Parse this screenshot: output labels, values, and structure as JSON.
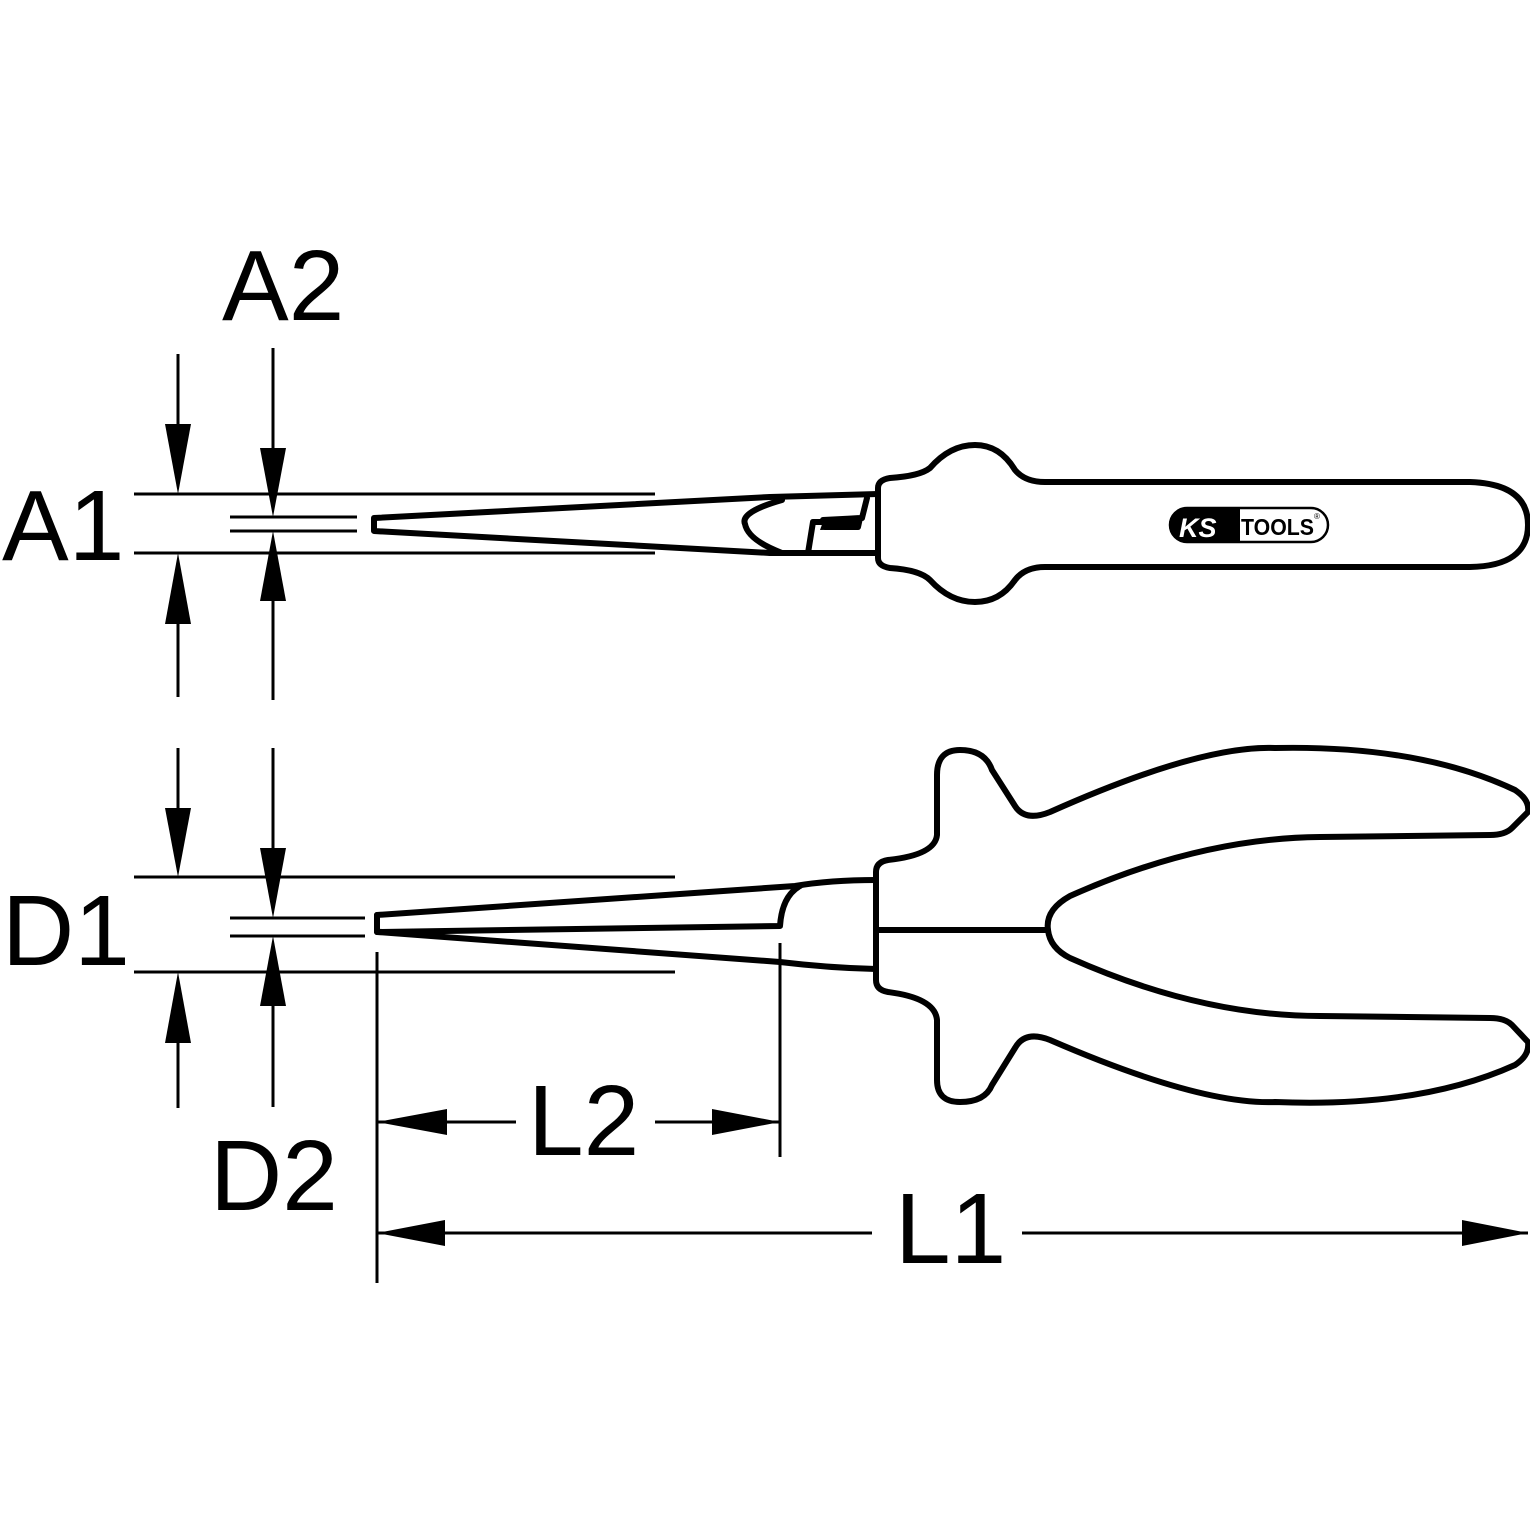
{
  "diagram": {
    "subject": "Needle-nose pliers dimension drawing",
    "colors": {
      "line": "#000000",
      "background": "#ffffff"
    },
    "labels": {
      "a1": "A1",
      "a2": "A2",
      "d1": "D1",
      "d2": "D2",
      "l1": "L1",
      "l2": "L2"
    },
    "logo": {
      "ks": "KS",
      "tools": "TOOLS",
      "registered": "®"
    },
    "views": {
      "top": "top-view",
      "side": "side-view"
    }
  }
}
